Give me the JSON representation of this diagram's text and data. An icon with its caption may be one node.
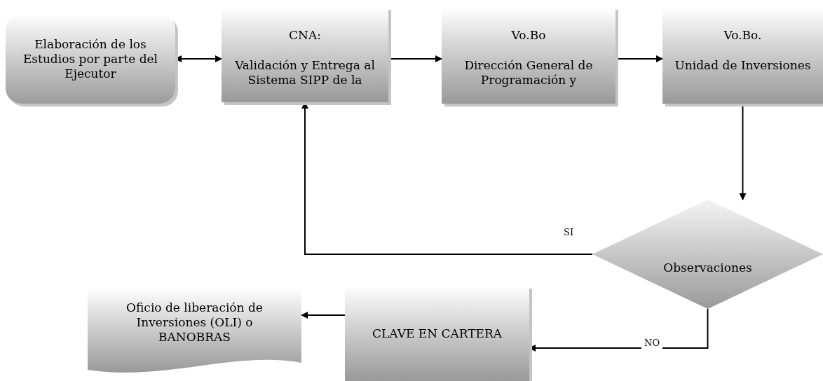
{
  "diagram": {
    "nodes": [
      {
        "text": [
          "Elaboración de los Estudios por parte del Ejecutor"
        ]
      },
      {
        "text": [
          "CNA:",
          "Validación y Entrega al Sistema SIPP de la"
        ]
      },
      {
        "text": [
          "Vo.Bo",
          "Dirección General de Programación y"
        ]
      },
      {
        "text": [
          "Vo.Bo.",
          "Unidad de Inversiones"
        ]
      },
      {
        "text": [
          "Observaciones"
        ]
      },
      {
        "text": [
          "CLAVE EN CARTERA"
        ]
      },
      {
        "text": [
          "Oficio de liberación de Inversiones (OLI) o BANOBRAS"
        ]
      }
    ],
    "edges": [
      {
        "from": 0,
        "to": 1,
        "arrow": "both"
      },
      {
        "from": 1,
        "to": 2,
        "arrow": "to"
      },
      {
        "from": 2,
        "to": 3,
        "arrow": "to"
      },
      {
        "from": 3,
        "to": 4,
        "arrow": "to"
      },
      {
        "from": 4,
        "to": 1,
        "arrow": "to",
        "label": "SI"
      },
      {
        "from": 4,
        "to": 5,
        "arrow": "to",
        "label": "NO"
      },
      {
        "from": 5,
        "to": 6,
        "arrow": "to"
      }
    ]
  }
}
